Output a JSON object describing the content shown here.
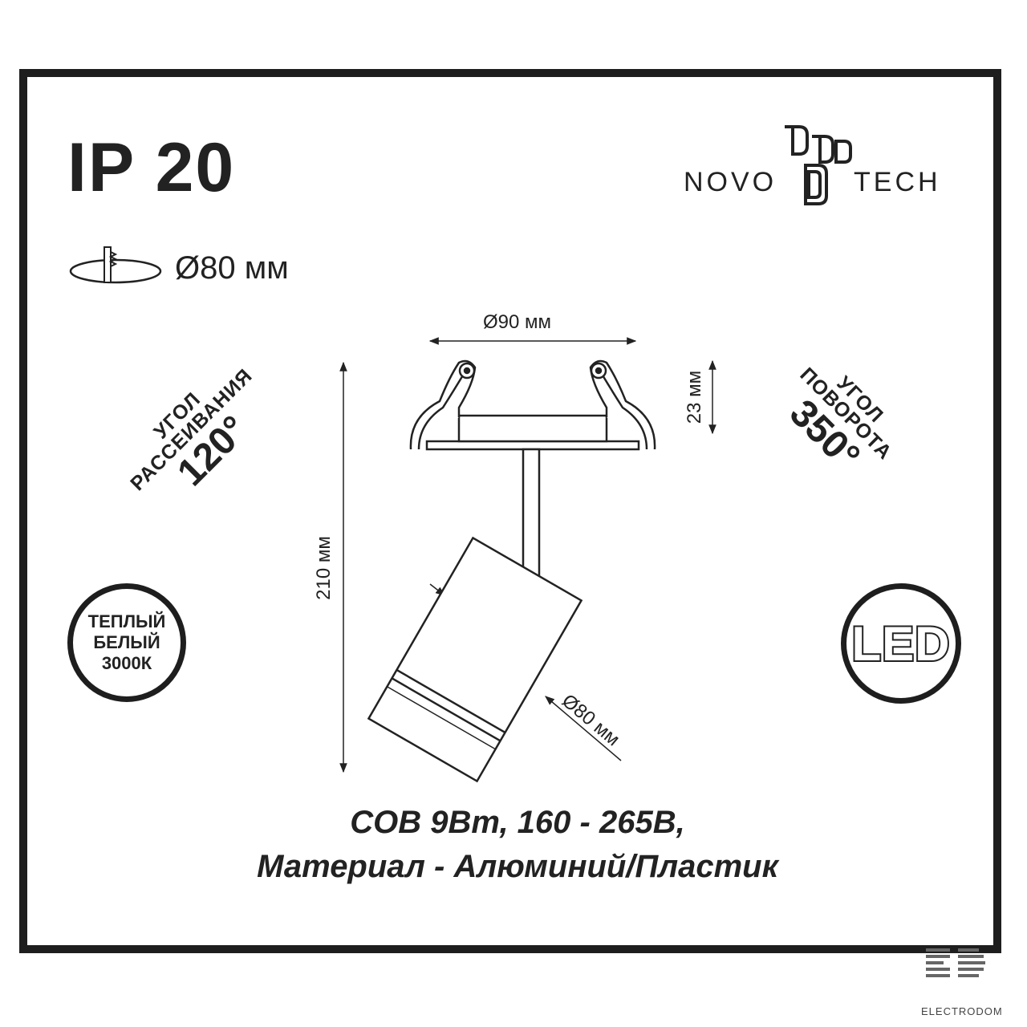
{
  "ip_rating": "IP 20",
  "cutout": "Ø80 мм",
  "brand": {
    "left": "NOVO",
    "right": "TECH"
  },
  "beam_angle": {
    "line1": "УГОЛ",
    "line2": "РАССЕИВАНИЯ",
    "value": "120°"
  },
  "rotation_angle": {
    "line1": "УГОЛ",
    "line2": "ПОВОРОТА",
    "value": "350°"
  },
  "color_temp": {
    "line1": "ТЕПЛЫЙ",
    "line2": "БЕЛЫЙ",
    "line3": "3000К"
  },
  "led_badge": "LED",
  "dimensions": {
    "top_diameter": "Ø90 мм",
    "height_mount": "23 мм",
    "total_height": "210 мм",
    "head_diameter": "Ø80 мм"
  },
  "specs": {
    "line1": "COB 9Вт, 160 - 265В,",
    "line2": "Материал - Алюминий/Пластик"
  },
  "watermark": "ELECTRODOM"
}
